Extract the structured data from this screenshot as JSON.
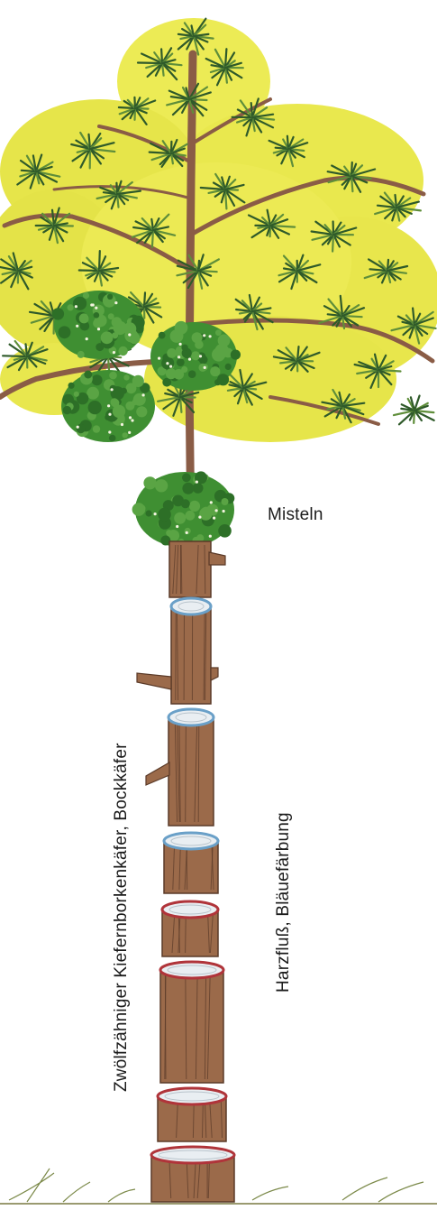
{
  "labels": {
    "misteln": "Misteln",
    "kaefer": "Zwölfzähniger Kiefernborkenkäfer, Bockkäfer",
    "harz": "Harzfluß, Bläuefärbung"
  },
  "colors": {
    "foliage_yellow": "#e8e64a",
    "needles_dark": "#2f5a2a",
    "needles_mid": "#5f8e3a",
    "mistletoe": "#3f8f32",
    "bark": "#9b6a4a",
    "bark_dark": "#5a3a28",
    "ring_blue": "#6aa0c8",
    "ring_red": "#b0343a"
  }
}
